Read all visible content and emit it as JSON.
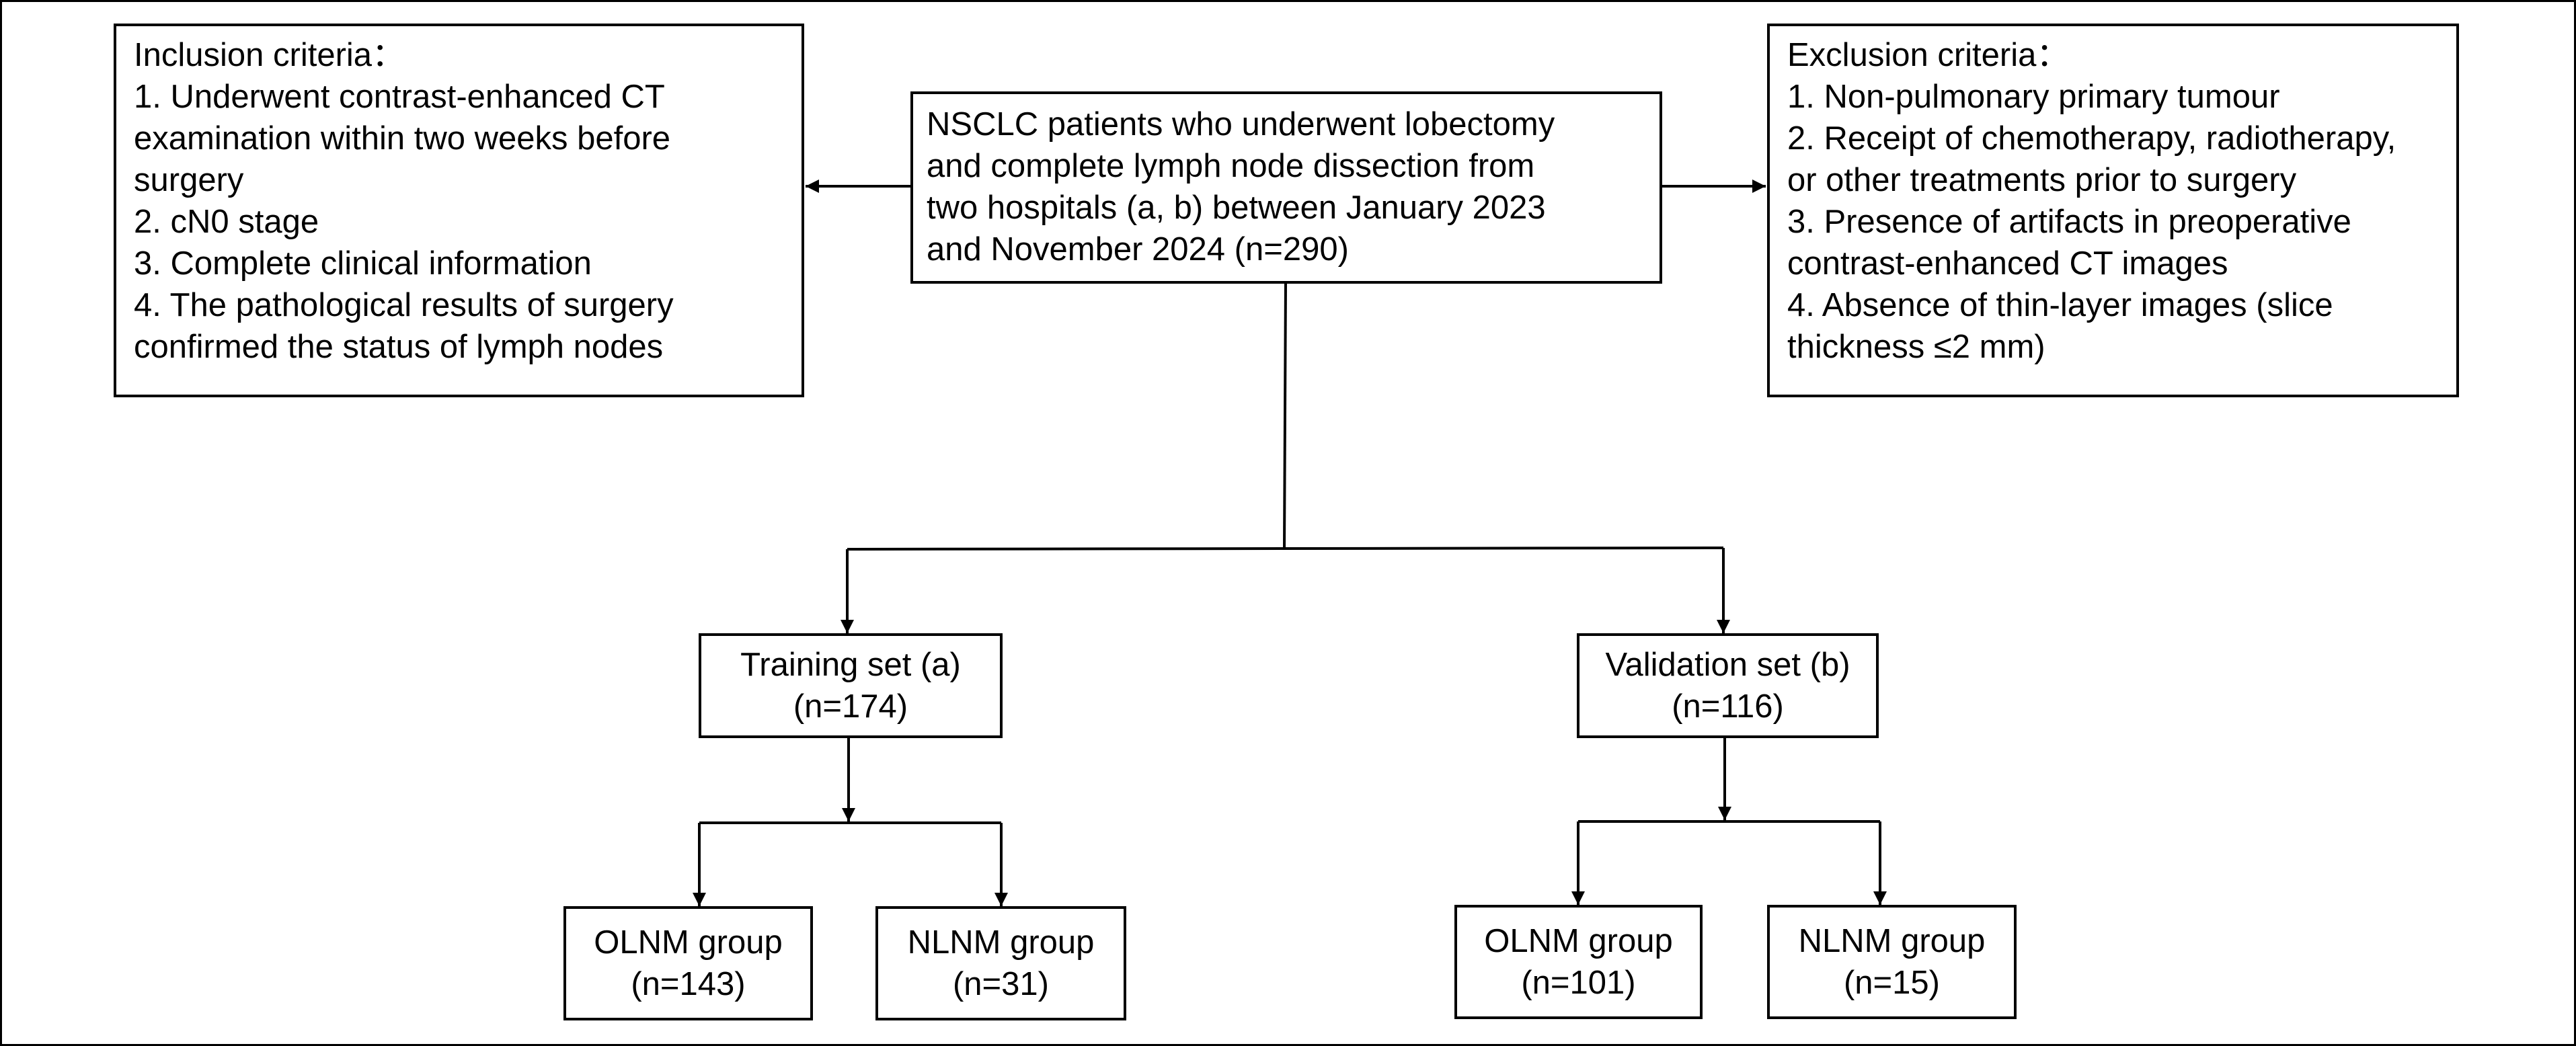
{
  "inclusion": {
    "title": "Inclusion criteria：",
    "lines": [
      "1. Underwent contrast-enhanced CT",
      "examination within two weeks before",
      "surgery",
      "2. cN0 stage",
      "3. Complete clinical information",
      "4. The pathological results of surgery",
      "confirmed the status of lymph nodes"
    ]
  },
  "source": {
    "lines": [
      "NSCLC patients who underwent lobectomy",
      "and complete lymph node dissection from",
      "two hospitals (a, b) between January 2023",
      "and November 2024 (n=290)"
    ]
  },
  "exclusion": {
    "title": "Exclusion criteria：",
    "lines": [
      "1. Non-pulmonary primary tumour",
      "2. Receipt of chemotherapy, radiotherapy,",
      "or other treatments prior to surgery",
      "3. Presence of artifacts in preoperative",
      "contrast-enhanced CT images",
      "4. Absence of thin-layer images (slice",
      "thickness ≤2 mm)"
    ]
  },
  "training": {
    "label": "Training set (a)",
    "count": "(n=174)"
  },
  "validation": {
    "label": "Validation set (b)",
    "count": "(n=116)"
  },
  "training_olnm": {
    "label": "OLNM group",
    "count": "(n=143)"
  },
  "training_nlnm": {
    "label": "NLNM group",
    "count": "(n=31)"
  },
  "validation_olnm": {
    "label": "OLNM group",
    "count": "(n=101)"
  },
  "validation_nlnm": {
    "label": "NLNM group",
    "count": "(n=15)"
  }
}
